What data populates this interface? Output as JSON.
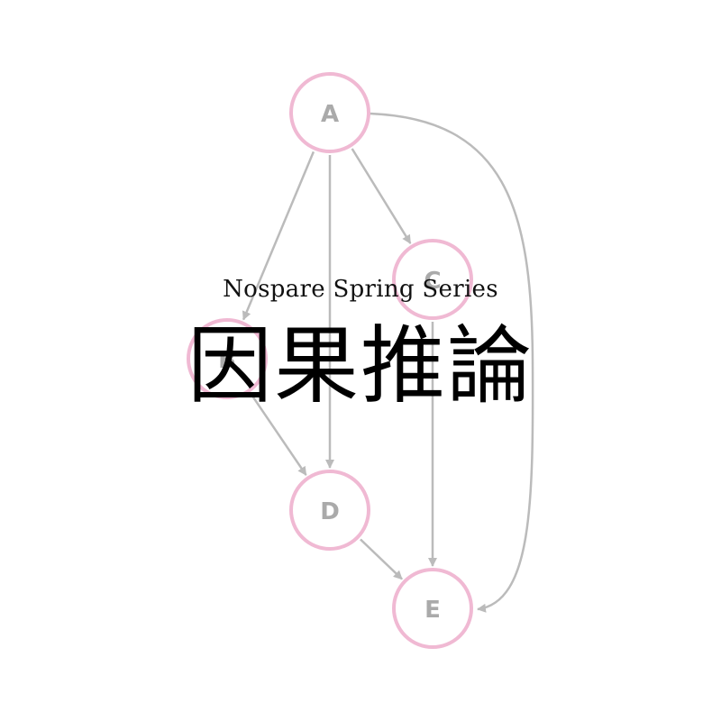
{
  "subtitle": "Nospare Spring Series",
  "title": "因果推論",
  "colors": {
    "node_stroke": "#f0b9d3",
    "node_label": "#aaaaaa",
    "edge": "#bbbbbb",
    "title_text": "#000000"
  },
  "graph": {
    "nodes": [
      {
        "id": "A",
        "label": "A"
      },
      {
        "id": "B",
        "label": "B"
      },
      {
        "id": "C",
        "label": "C"
      },
      {
        "id": "D",
        "label": "D"
      },
      {
        "id": "E",
        "label": "E"
      }
    ],
    "edges": [
      {
        "from": "A",
        "to": "B"
      },
      {
        "from": "A",
        "to": "C"
      },
      {
        "from": "A",
        "to": "D"
      },
      {
        "from": "A",
        "to": "E"
      },
      {
        "from": "B",
        "to": "D"
      },
      {
        "from": "C",
        "to": "E"
      },
      {
        "from": "D",
        "to": "E"
      }
    ]
  }
}
